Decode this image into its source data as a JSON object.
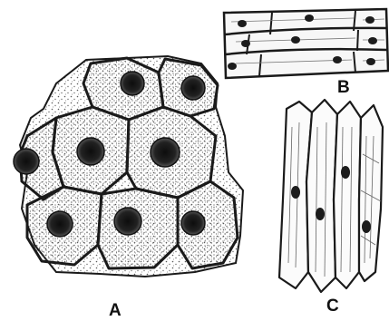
{
  "figure": {
    "panels": [
      {
        "id": "A",
        "label": "A"
      },
      {
        "id": "B",
        "label": "B"
      },
      {
        "id": "C",
        "label": "C"
      }
    ]
  },
  "colors": {
    "background": "#ffffff",
    "ink": "#1a1a1a",
    "stipple": "#5a5a5a",
    "nucleus": "#1c1c1c"
  }
}
